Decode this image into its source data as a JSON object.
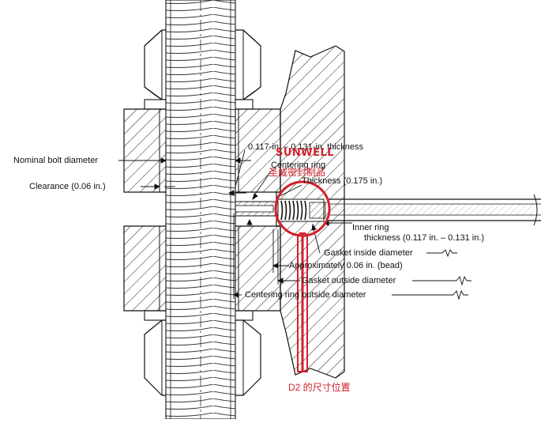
{
  "labels": {
    "nominal_bolt_diameter": "Nominal bolt diameter",
    "clearance": "Clearance (0.06 in.)",
    "centering_ring_thickness_range": "0.117-in. – 0.131-in. thickness",
    "centering_ring": "Centering ring",
    "thickness_0175": "Thickness (0.175 in.)",
    "inner_ring": "Inner ring",
    "inner_ring_thickness": "thickness (0.117 in. – 0.131 in.)",
    "gasket_inside_diameter": "Gasket inside diameter",
    "approx_bead": "Approximately 0.06 in. (bead)",
    "gasket_outside_diameter": "Gasket outside diameter",
    "centering_ring_outside_diameter": "Centering ring outside diameter"
  },
  "watermark": {
    "brand": "SUNWELL",
    "brand_cn": "圣威密封制品"
  },
  "annotation": {
    "d2_label": "D2 的尺寸位置"
  },
  "colors": {
    "annotation_red": "#d3202b",
    "line": "#111111",
    "background": "#ffffff"
  }
}
